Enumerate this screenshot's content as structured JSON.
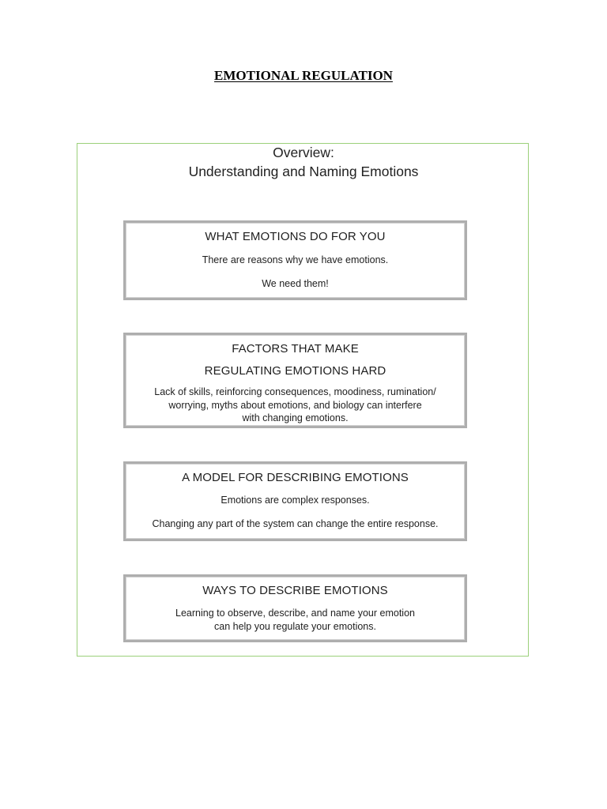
{
  "document": {
    "title": "EMOTIONAL REGULATION"
  },
  "overview": {
    "line1": "Overview:",
    "line2": "Understanding and Naming Emotions"
  },
  "sections": [
    {
      "title_lines": [
        "WHAT EMOTIONS DO FOR YOU"
      ],
      "text_lines": [
        "There are reasons why we have emotions.",
        "We need them!"
      ]
    },
    {
      "title_lines": [
        "FACTORS THAT MAKE",
        "REGULATING EMOTIONS HARD"
      ],
      "text_lines": [
        "Lack of skills, reinforcing consequences, moodiness, rumination/",
        "worrying, myths about emotions, and biology can interfere",
        "with changing emotions."
      ]
    },
    {
      "title_lines": [
        "A MODEL FOR DESCRIBING EMOTIONS"
      ],
      "text_lines": [
        "Emotions are complex responses.",
        "Changing any part of the system can change the entire response."
      ]
    },
    {
      "title_lines": [
        "WAYS TO DESCRIBE EMOTIONS"
      ],
      "text_lines": [
        "Learning to observe, describe, and name your emotion",
        "can help you regulate your emotions."
      ]
    }
  ]
}
